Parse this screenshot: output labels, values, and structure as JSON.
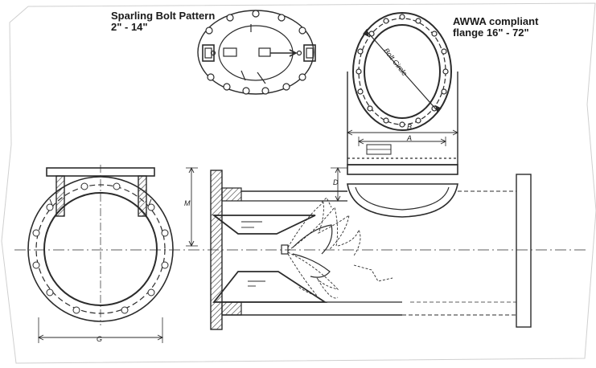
{
  "labels": {
    "sparling_title": "Sparling Bolt Pattern",
    "sparling_range": "2\" - 14\"",
    "awwa_title": "AWWA compliant",
    "awwa_range": "flange 16\" - 72\"",
    "bolt_circle": "Bolt Circle",
    "dim_b": "B",
    "dim_a": "A",
    "dim_d": "D",
    "dim_m": "M",
    "dim_g": "G"
  },
  "colors": {
    "line": "#2b2b2b",
    "paper": "#ffffff",
    "background": "#ffffff"
  }
}
